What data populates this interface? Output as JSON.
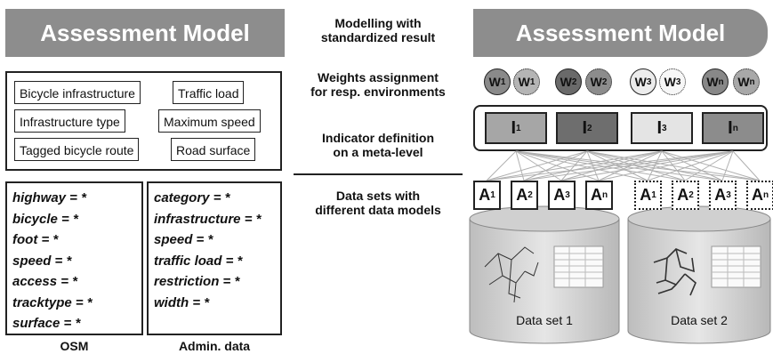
{
  "left": {
    "banner_title": "Assessment Model",
    "tags": [
      "Bicycle infrastructure",
      "Traffic load",
      "Infrastructure type",
      "Maximum speed",
      "Tagged bicycle route",
      "Road surface"
    ],
    "osm_attrs": [
      "highway = *",
      "bicycle = *",
      "foot = *",
      "speed = *",
      "access = *",
      "tracktype = *",
      "surface = *"
    ],
    "admin_attrs": [
      "category = *",
      "infrastructure = *",
      "speed = *",
      "traffic load = *",
      "restriction = *",
      "width = *"
    ],
    "osm_caption": "OSM",
    "admin_caption": "Admin. data"
  },
  "middle": {
    "step1_line1": "Modelling with",
    "step1_line2": "standardized result",
    "step2_line1": "Weights assignment",
    "step2_line2": "for resp. environments",
    "step3_line1": "Indicator definition",
    "step3_line2": "on a meta-level",
    "step4_line1": "Data sets with",
    "step4_line2": "different data models"
  },
  "right": {
    "banner_title": "Assessment Model",
    "weights": [
      {
        "base": "W",
        "sub": "1",
        "fill": "#8a8a8a",
        "dotted": false
      },
      {
        "base": "W",
        "sub": "1",
        "fill": "#b5b5b5",
        "dotted": true
      },
      {
        "base": "W",
        "sub": "2",
        "fill": "#6a6a6a",
        "dotted": false
      },
      {
        "base": "W",
        "sub": "2",
        "fill": "#8c8c8c",
        "dotted": true
      },
      {
        "base": "W",
        "sub": "3",
        "fill": "#ececec",
        "dotted": false
      },
      {
        "base": "W",
        "sub": "3",
        "fill": "#f7f7f7",
        "dotted": true
      },
      {
        "base": "W",
        "sub": "n",
        "fill": "#888888",
        "dotted": false
      },
      {
        "base": "W",
        "sub": "n",
        "fill": "#a8a8a8",
        "dotted": true
      }
    ],
    "indicators": [
      {
        "base": "I",
        "sub": "1",
        "fill": "#a6a6a6"
      },
      {
        "base": "I",
        "sub": "2",
        "fill": "#6e6e6e"
      },
      {
        "base": "I",
        "sub": "3",
        "fill": "#e4e4e4"
      },
      {
        "base": "I",
        "sub": "n",
        "fill": "#8c8c8c"
      }
    ],
    "attributes_set1": [
      {
        "base": "A",
        "sub": "1"
      },
      {
        "base": "A",
        "sub": "2"
      },
      {
        "base": "A",
        "sub": "3"
      },
      {
        "base": "A",
        "sub": "n"
      }
    ],
    "attributes_set2": [
      {
        "base": "A",
        "sub": "1"
      },
      {
        "base": "A",
        "sub": "2"
      },
      {
        "base": "A",
        "sub": "3"
      },
      {
        "base": "A",
        "sub": "n"
      }
    ],
    "dataset1_label": "Data set 1",
    "dataset2_label": "Data set 2"
  }
}
